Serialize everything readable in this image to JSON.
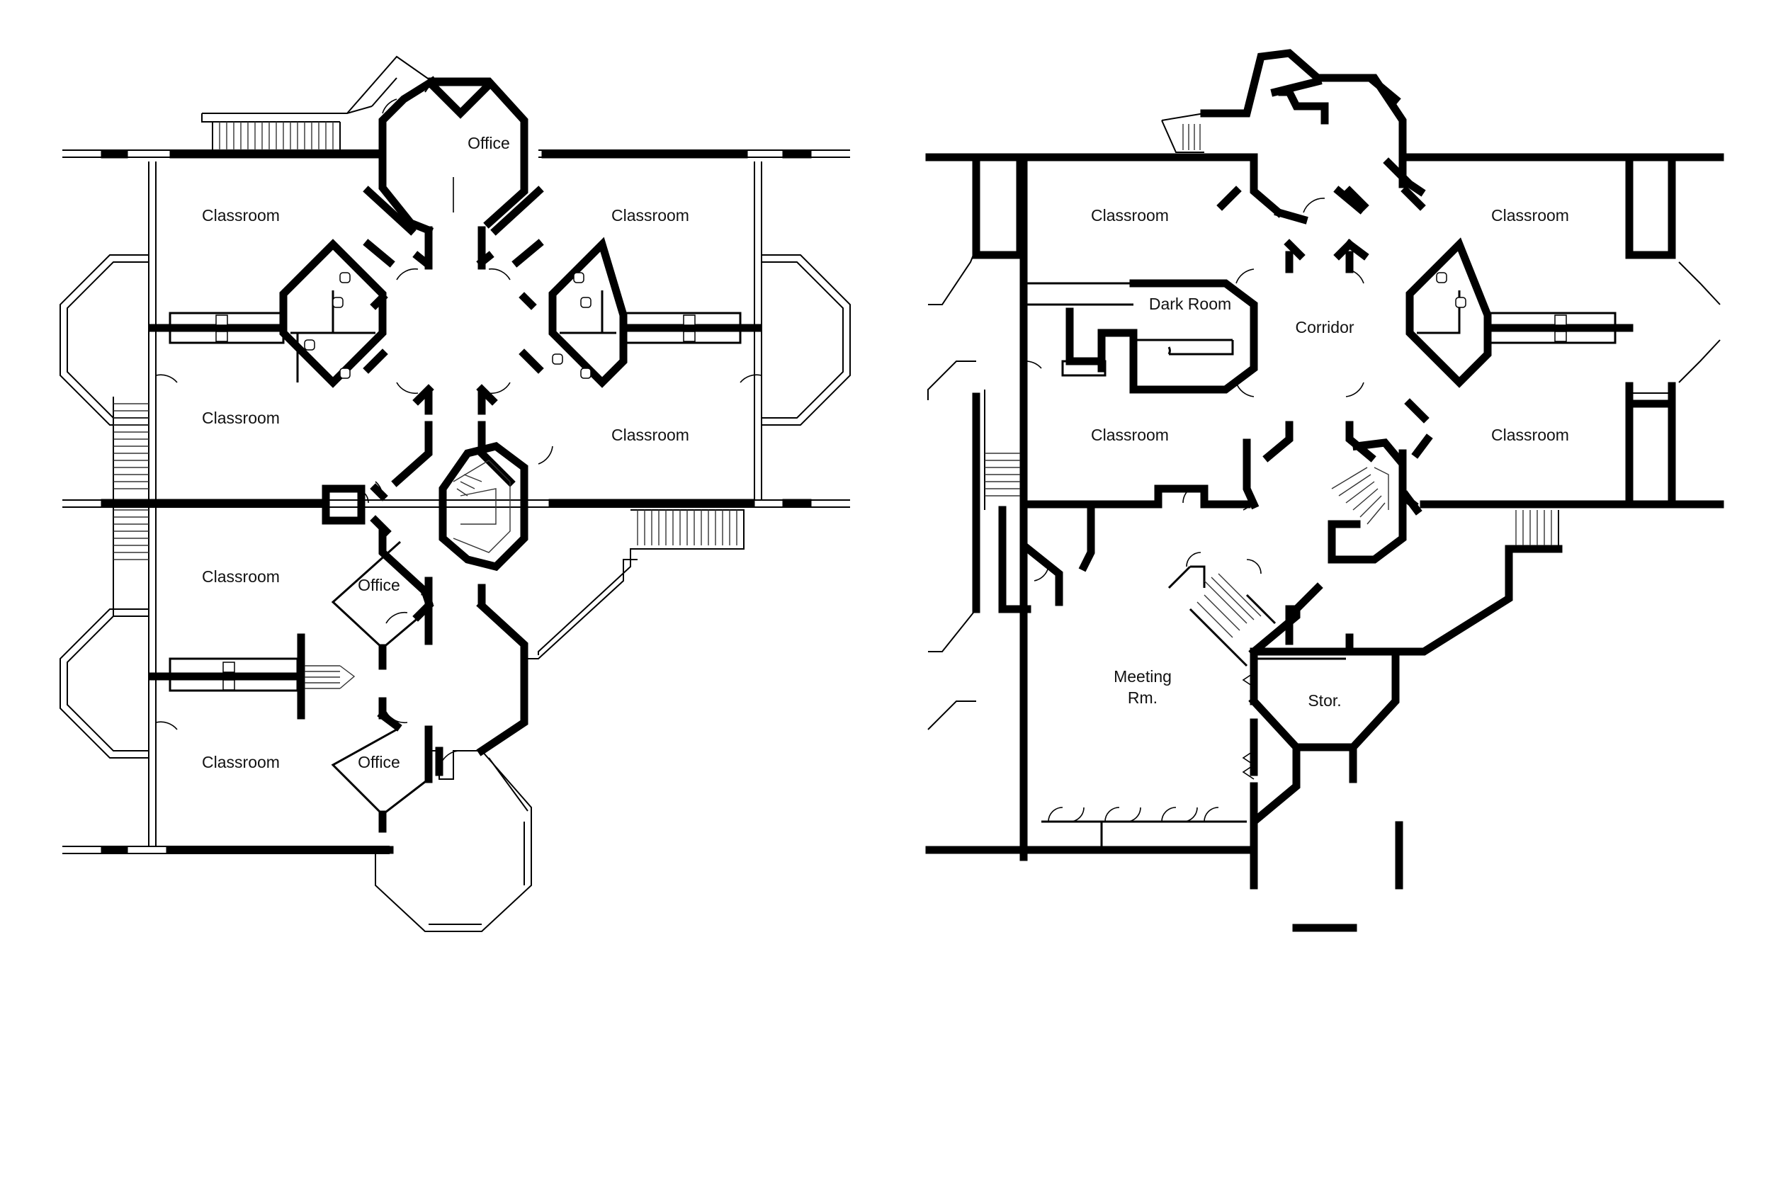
{
  "floor_plans": [
    {
      "name": "left-plan",
      "rooms": [
        {
          "id": "office-top",
          "label": "Office"
        },
        {
          "id": "classroom-nw",
          "label": "Classroom"
        },
        {
          "id": "classroom-ne",
          "label": "Classroom"
        },
        {
          "id": "classroom-w",
          "label": "Classroom"
        },
        {
          "id": "classroom-e",
          "label": "Classroom"
        },
        {
          "id": "classroom-sw",
          "label": "Classroom"
        },
        {
          "id": "office-mid",
          "label": "Office"
        },
        {
          "id": "classroom-s",
          "label": "Classroom"
        },
        {
          "id": "office-bottom",
          "label": "Office"
        }
      ]
    },
    {
      "name": "right-plan",
      "rooms": [
        {
          "id": "classroom-nw",
          "label": "Classroom"
        },
        {
          "id": "classroom-ne",
          "label": "Classroom"
        },
        {
          "id": "dark-room",
          "label": "Dark Room"
        },
        {
          "id": "corridor",
          "label": "Corridor"
        },
        {
          "id": "classroom-sw",
          "label": "Classroom"
        },
        {
          "id": "classroom-se",
          "label": "Classroom"
        },
        {
          "id": "meeting-room-1",
          "label": "Meeting"
        },
        {
          "id": "meeting-room-2",
          "label": "Rm."
        },
        {
          "id": "storage",
          "label": "Stor."
        }
      ]
    }
  ]
}
